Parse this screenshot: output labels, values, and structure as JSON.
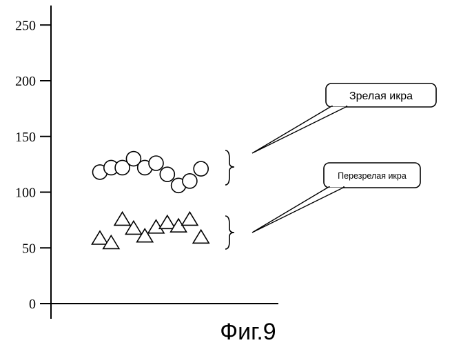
{
  "chart_data": {
    "type": "scatter",
    "title": "",
    "xlabel": "",
    "ylabel": "",
    "ylim": [
      0,
      250
    ],
    "yticks": [
      0,
      50,
      100,
      150,
      200,
      250
    ],
    "grid": false,
    "series": [
      {
        "name": "Зрелая икра",
        "marker": "circle",
        "x": [
          1,
          2,
          3,
          4,
          5,
          6,
          7,
          8,
          9,
          10
        ],
        "y": [
          118,
          122,
          122,
          130,
          122,
          126,
          116,
          106,
          110,
          121
        ]
      },
      {
        "name": "Перезрелая икра",
        "marker": "triangle",
        "x": [
          1,
          2,
          3,
          4,
          5,
          6,
          7,
          8,
          9,
          10
        ],
        "y": [
          58,
          54,
          75,
          67,
          60,
          68,
          72,
          69,
          75,
          59
        ]
      }
    ]
  },
  "caption": "Фиг.9"
}
